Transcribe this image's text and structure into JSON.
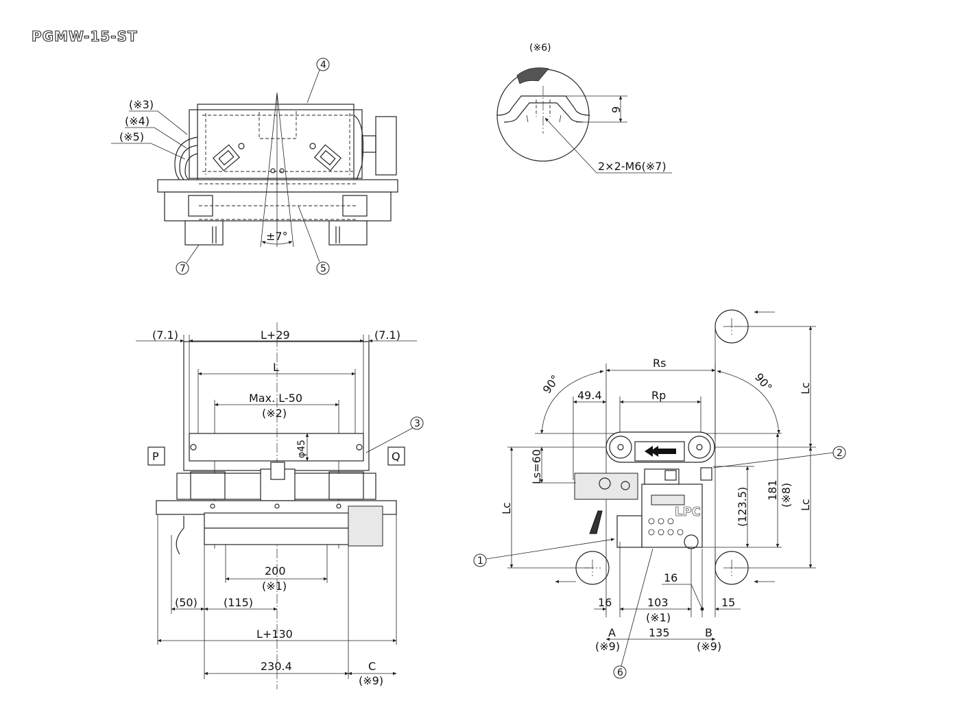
{
  "title": "PGMW-15-ST",
  "detail": {
    "label": "(※6)",
    "depth_dim": "9",
    "thread_note": "2×2-M6(※7)"
  },
  "top_view": {
    "note3": "(※3)",
    "note4": "(※4)",
    "note5": "(※5)",
    "angle": "±7°",
    "callout4": "4",
    "callout5": "5",
    "callout7": "7"
  },
  "front_view": {
    "dim_left_gap": "(7.1)",
    "dim_overall_top": "L+29",
    "dim_right_gap": "(7.1)",
    "dim_L": "L",
    "dim_max": "Max. L-50",
    "note2": "(※2)",
    "dim_dia": "φ45",
    "side_P": "P",
    "side_Q": "Q",
    "callout3": "3",
    "dim_200": "200",
    "note1": "(※1)",
    "dim_50": "(50)",
    "dim_115": "(115)",
    "dim_L130": "L+130",
    "dim_230": "230.4",
    "dim_C": "C",
    "note9": "(※9)"
  },
  "side_view": {
    "dim_Rs": "Rs",
    "dim_Rp": "Rp",
    "dim_494": "49.4",
    "angle_left": "90°",
    "angle_right": "90°",
    "dim_Lc_top": "Lc",
    "dim_Ls": "Ls=60",
    "dim_Lc_left": "Lc",
    "dim_1235": "(123.5)",
    "dim_181": "181",
    "note8": "(※8)",
    "dim_Lc_right": "Lc",
    "callout1": "1",
    "callout2": "2",
    "callout6": "6",
    "dim_16a": "16",
    "dim_16b": "16",
    "dim_103": "103",
    "note1": "(※1)",
    "dim_15": "15",
    "dim_A": "A",
    "dim_135": "135",
    "dim_B": "B",
    "note9a": "(※9)",
    "note9b": "(※9)",
    "logo": "LPC"
  }
}
